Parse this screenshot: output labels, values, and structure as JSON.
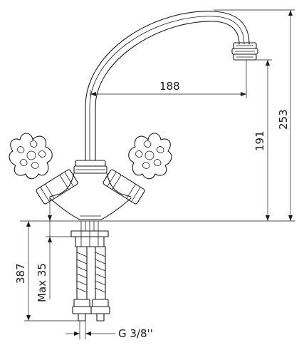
{
  "dimensions": {
    "spout_reach": "188",
    "total_height": "253",
    "spout_height": "191",
    "hose_length": "387",
    "max_deck": "Max 35",
    "thread": "G 3/8''"
  }
}
